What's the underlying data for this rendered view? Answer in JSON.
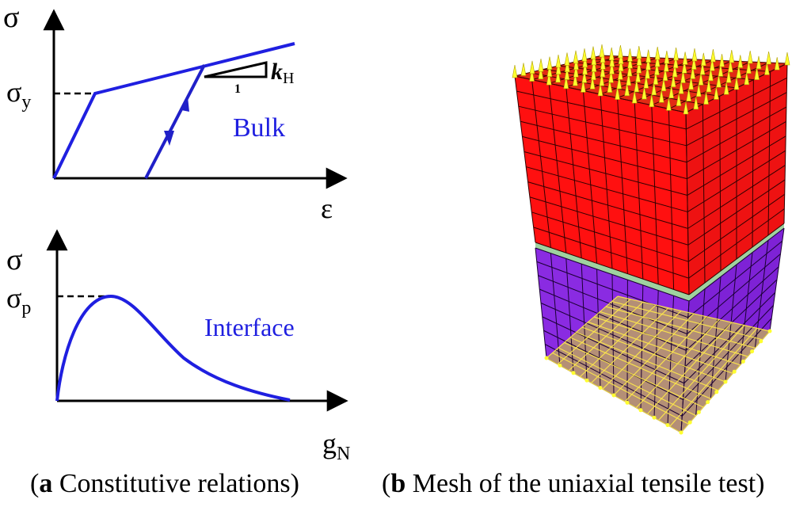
{
  "bulk_plot": {
    "y_axis_label": "σ",
    "yield_label_main": "σ",
    "yield_label_sub": "y",
    "x_axis_label": "ε",
    "curve_label": "Bulk",
    "slope_label_main": "k",
    "slope_label_sub": "H",
    "slope_run_label": "1"
  },
  "interface_plot": {
    "y_axis_label": "σ",
    "peak_label_main": "σ",
    "peak_label_sub": "p",
    "x_axis_label_main": "g",
    "x_axis_label_sub": "N",
    "curve_label": "Interface"
  },
  "mesh": {
    "top_block_color": "#ff1010",
    "bottom_block_color": "#8a2be2",
    "interface_layer_color": "#9fd29f",
    "boundary_marker_color": "#ffff00"
  },
  "captions": {
    "a_letter": "a",
    "a_text": " Constitutive relations",
    "b_letter": "b",
    "b_text": " Mesh of the uniaxial tensile test"
  },
  "colors": {
    "curve": "#1f1fe0",
    "axis": "#000000"
  }
}
